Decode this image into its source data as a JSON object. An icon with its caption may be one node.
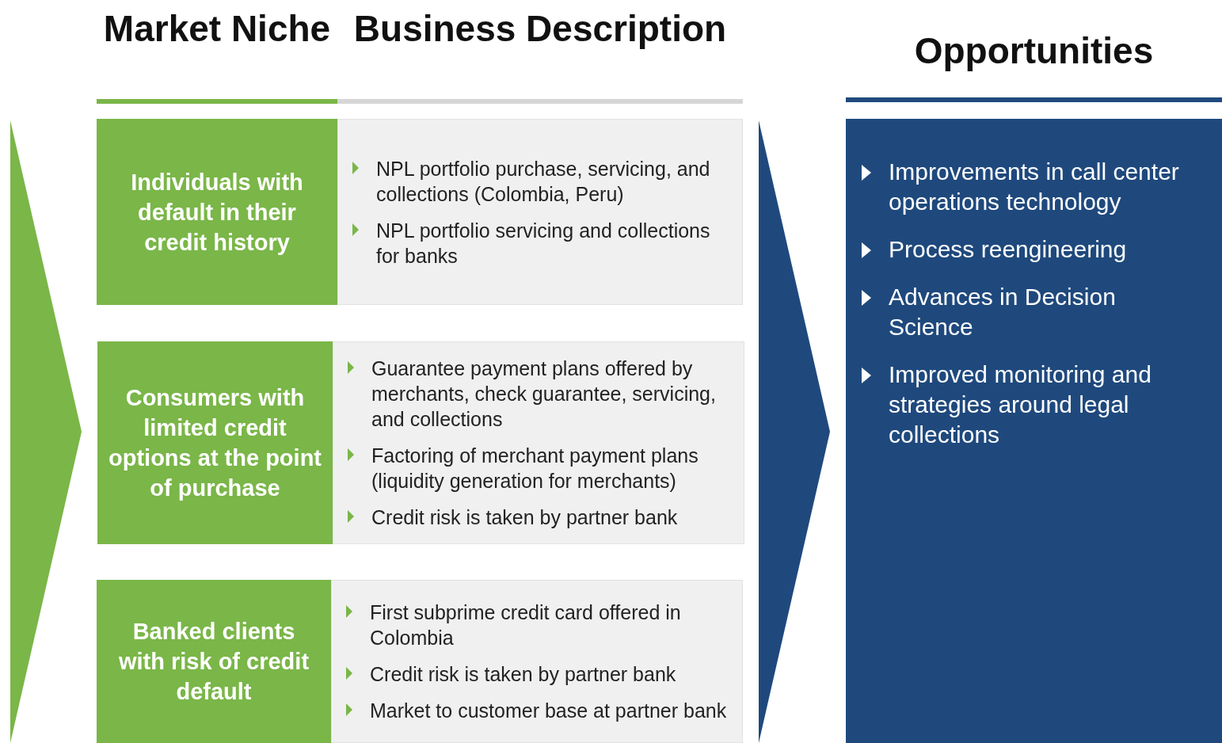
{
  "diagram": {
    "nodes": [
      {
        "text": [
          "Individuals with default in their credit history"
        ]
      },
      {
        "text": [
          "NPL portfolio purchase, servicing, and collections (Colombia, Peru)",
          "NPL portfolio servicing and collections for banks"
        ]
      },
      {
        "text": [
          "Consumers  with limited credit options at the point of purchase"
        ]
      },
      {
        "text": [
          "Guarantee payment plans offered by merchants, check guarantee, servicing, and collections",
          "Factoring of merchant payment plans (liquidity generation for merchants)",
          "Credit risk is taken by partner bank"
        ]
      },
      {
        "text": [
          "Banked clients with risk of credit default"
        ]
      },
      {
        "text": [
          "First subprime credit card offered in Colombia",
          "Credit risk is taken by partner bank",
          "Market to customer base at partner bank"
        ]
      },
      {
        "text": [
          "Improvements in call center operations technology",
          "Process reengineering",
          "Advances in Decision Science",
          "Improved monitoring and strategies around legal collections"
        ]
      }
    ],
    "labels": [
      "Market Niche",
      "Business Description",
      "Opportunities"
    ]
  }
}
